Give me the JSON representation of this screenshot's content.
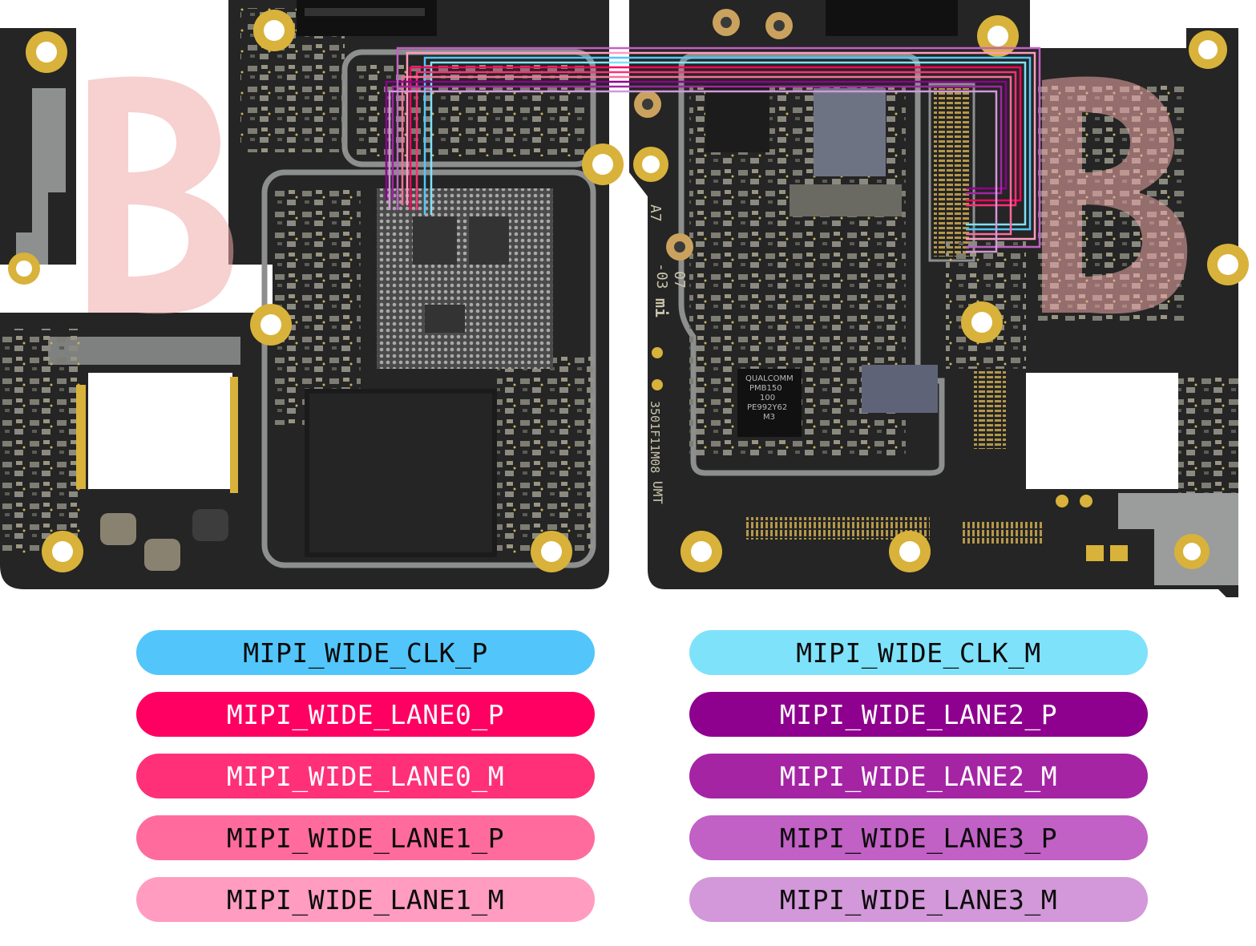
{
  "legend": {
    "left": [
      {
        "label": "MIPI_WIDE_CLK_P",
        "color": "#52c6fa",
        "text_color": "#0b0b0b"
      },
      {
        "label": "MIPI_WIDE_LANE0_P",
        "color": "#ff0062",
        "text_color": "#ffffff"
      },
      {
        "label": "MIPI_WIDE_LANE0_M",
        "color": "#ff2f78",
        "text_color": "#ffffff"
      },
      {
        "label": "MIPI_WIDE_LANE1_P",
        "color": "#ff6b9d",
        "text_color": "#0b0b0b"
      },
      {
        "label": "MIPI_WIDE_LANE1_M",
        "color": "#ff9cc0",
        "text_color": "#0b0b0b"
      }
    ],
    "right": [
      {
        "label": "MIPI_WIDE_CLK_M",
        "color": "#7fe2fb",
        "text_color": "#0b0b0b"
      },
      {
        "label": "MIPI_WIDE_LANE2_P",
        "color": "#8e008e",
        "text_color": "#ffffff"
      },
      {
        "label": "MIPI_WIDE_LANE2_M",
        "color": "#a424a4",
        "text_color": "#ffffff"
      },
      {
        "label": "MIPI_WIDE_LANE3_P",
        "color": "#c160c5",
        "text_color": "#0b0b0b"
      },
      {
        "label": "MIPI_WIDE_LANE3_M",
        "color": "#d398d9",
        "text_color": "#0b0b0b"
      }
    ]
  },
  "board": {
    "silkscreen": [
      "A7",
      "07",
      "-03",
      "mi",
      "3501F11M08",
      "UMT"
    ],
    "pmic_marking": [
      "QUALCOMM",
      "PMB150",
      "100",
      "PE992Y62",
      "M3"
    ]
  },
  "colors": {
    "pcb": "#222322",
    "pcb_dark": "#161716",
    "shield": "#8a8d8c",
    "gold": "#d8b23a"
  }
}
